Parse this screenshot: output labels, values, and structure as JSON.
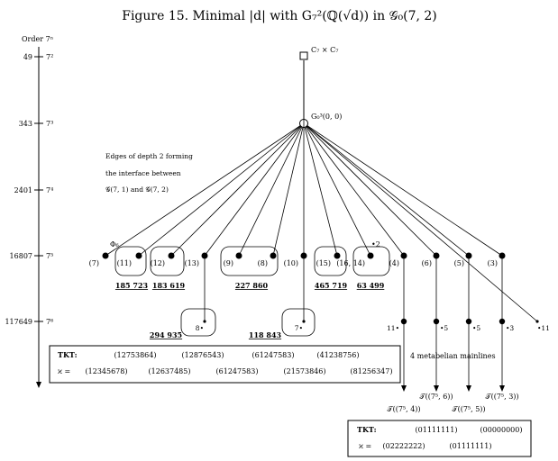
{
  "title": "Figure 15. Minimal |d| with G₇²(ℚ(√d)) in 𝒢₀(7, 2)",
  "axis": {
    "heading": "Order 7ⁿ",
    "ticks": [
      {
        "order": "49",
        "power": "7²"
      },
      {
        "order": "343",
        "power": "7³"
      },
      {
        "order": "2401",
        "power": "7⁴"
      },
      {
        "order": "16807",
        "power": "7⁵"
      },
      {
        "order": "117649",
        "power": "7⁶"
      }
    ]
  },
  "nodes": {
    "top": "C₇ × C₇",
    "root": "G₀³(0, 0)",
    "phi6": "Φ₆",
    "star2": "•2"
  },
  "note_lines": [
    "Edges of depth 2 forming",
    "the interface between",
    "𝒢(7, 1) and 𝒢(7, 2)"
  ],
  "leaf_labels": [
    "(7)",
    "(11)",
    "(12)",
    "(13)",
    "(9)",
    "(8)",
    "(10)",
    "(15)",
    "(16, 14)",
    "(4)",
    "(6)",
    "(5)",
    "(3)"
  ],
  "discriminants_top": [
    "185 723",
    "183 619",
    "227 860",
    "465 719",
    "63 499"
  ],
  "discriminants_bottom": [
    "294 935",
    "118 843"
  ],
  "depth6_labels": [
    "8•",
    "7•",
    "11•",
    "•5",
    "•5",
    "•3",
    "•11"
  ],
  "mainline_note": "4 metabelian mainlines",
  "mainlines": [
    "𝒯((7⁵, 4))",
    "𝒯((7⁵, 6))",
    "𝒯((7⁵, 5))",
    "𝒯((7⁵, 3))"
  ],
  "table1": {
    "tkt_label": "TKT:",
    "tkt": [
      "(12753864)",
      "(12876543)",
      "(61247583)",
      "(41238756)"
    ],
    "kappa_label": "ϰ =",
    "kappa": [
      "(12345678)",
      "(12637485)",
      "(61247583)",
      "(21573846)",
      "(81256347)"
    ]
  },
  "table2": {
    "tkt_label": "TKT:",
    "tkt": [
      "(01111111)",
      "(00000000)"
    ],
    "kappa_label": "ϰ =",
    "kappa": [
      "(02222222)",
      "(01111111)"
    ]
  }
}
